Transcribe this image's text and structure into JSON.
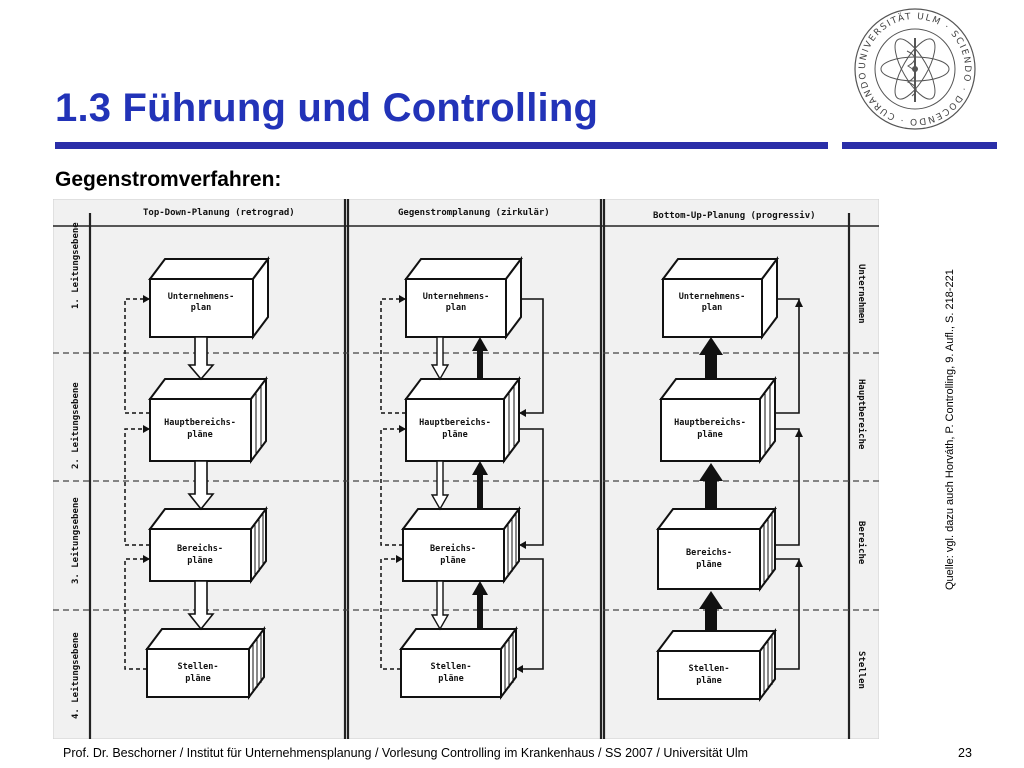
{
  "slide": {
    "title": "1.3 Führung und Controlling",
    "subtitle": "Gegenstromverfahren:",
    "source": "Quelle: vgl. dazu auch Horváth, P. Controlling, 9. Aufl., S. 218-221",
    "footer": "Prof. Dr. Beschorner / Institut für Unternehmensplanung / Vorlesung Controlling im Krankenhaus / SS 2007 / Universität Ulm",
    "page_number": "23"
  },
  "seal": {
    "text": "UNIVERSITÄT ULM · SCIENDO · DOCENDO · CURANDO ·"
  },
  "diagram": {
    "columns": [
      {
        "header": "Top-Down-Planung (retrograd)"
      },
      {
        "header": "Gegenstromplanung (zirkulär)"
      },
      {
        "header": "Bottom-Up-Planung (progressiv)"
      }
    ],
    "left_levels": [
      "1. Leitungsebene",
      "2. Leitungsebene",
      "3. Leitungsebene",
      "4. Leitungsebene"
    ],
    "right_levels": [
      "Unternehmen",
      "Hauptbereiche",
      "Bereiche",
      "Stellen"
    ],
    "boxes": [
      {
        "line1": "Unternehmens-",
        "line2": "plan"
      },
      {
        "line1": "Hauptbereichs-",
        "line2": "pläne"
      },
      {
        "line1": "Bereichs-",
        "line2": "pläne"
      },
      {
        "line1": "Stellen-",
        "line2": "pläne"
      }
    ]
  },
  "colors": {
    "title": "#2233b8",
    "rule": "#2a2ea8"
  }
}
